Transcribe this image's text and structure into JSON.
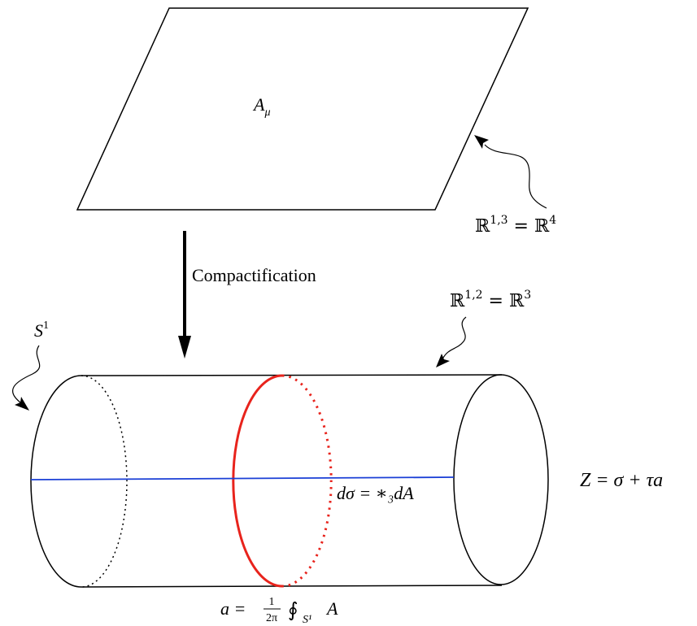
{
  "plane": {
    "field_label": "A",
    "field_index": "μ",
    "space_label": {
      "base": "ℝ",
      "sup": "1,3",
      "eq": " = ",
      "base2": "ℝ",
      "sup2": "4"
    }
  },
  "arrow": {
    "label": "Compactification"
  },
  "cylinder": {
    "space_label": {
      "base": "ℝ",
      "sup": "1,2",
      "eq": " = ",
      "base2": "ℝ",
      "sup2": "3"
    },
    "circle_label": {
      "base": "S",
      "sup": "1"
    },
    "blue_line_label": "dσ = ∗₃dA",
    "red_circle_label": {
      "lhs": "a = ",
      "frac_num": "1",
      "frac_den": "2π",
      "integral": "∮",
      "sub": "S¹",
      "rhs": "A"
    },
    "complex_label": "Z = σ + τa"
  },
  "colors": {
    "line": "#000000",
    "red_circle": "#e8231c",
    "blue_line": "#1a3fd6"
  }
}
